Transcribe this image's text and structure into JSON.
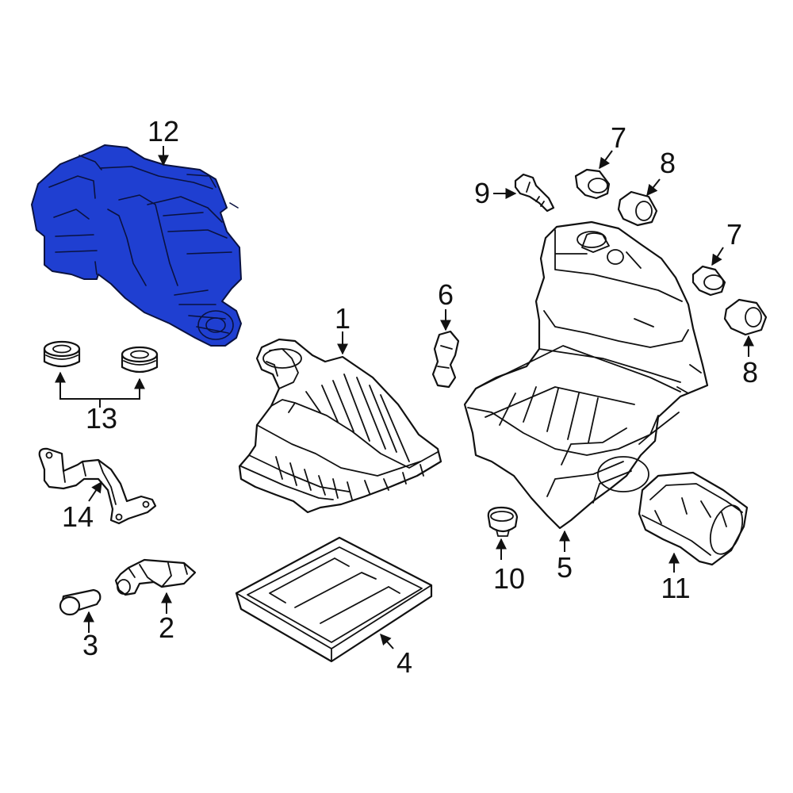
{
  "colors": {
    "highlight": "#1f3fd1",
    "line": "#111111",
    "background": "#ffffff"
  },
  "callouts": {
    "c1": "1",
    "c2": "2",
    "c3": "3",
    "c4": "4",
    "c5": "5",
    "c6": "6",
    "c7a": "7",
    "c7b": "7",
    "c8a": "8",
    "c8b": "8",
    "c9": "9",
    "c10": "10",
    "c11": "11",
    "c12": "12",
    "c13": "13",
    "c14": "14"
  }
}
